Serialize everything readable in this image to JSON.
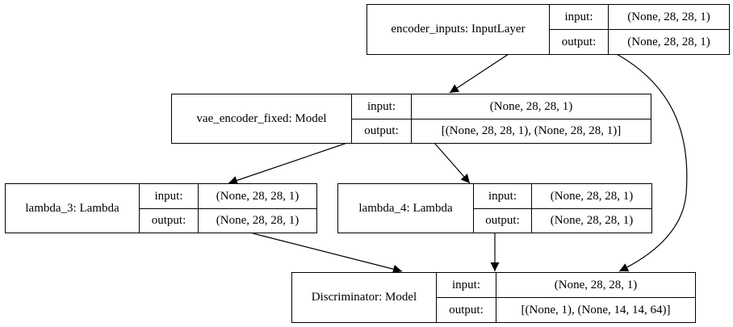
{
  "nodes": {
    "encoder_inputs": {
      "name": "encoder_inputs: InputLayer",
      "input_label": "input:",
      "input_value": "(None, 28, 28, 1)",
      "output_label": "output:",
      "output_value": "(None, 28, 28, 1)"
    },
    "vae_encoder_fixed": {
      "name": "vae_encoder_fixed: Model",
      "input_label": "input:",
      "input_value": "(None, 28, 28, 1)",
      "output_label": "output:",
      "output_value": "[(None, 28, 28, 1), (None, 28, 28, 1)]"
    },
    "lambda_3": {
      "name": "lambda_3: Lambda",
      "input_label": "input:",
      "input_value": "(None, 28, 28, 1)",
      "output_label": "output:",
      "output_value": "(None, 28, 28, 1)"
    },
    "lambda_4": {
      "name": "lambda_4: Lambda",
      "input_label": "input:",
      "input_value": "(None, 28, 28, 1)",
      "output_label": "output:",
      "output_value": "(None, 28, 28, 1)"
    },
    "discriminator": {
      "name": "Discriminator: Model",
      "input_label": "input:",
      "input_value": "(None, 28, 28, 1)",
      "output_label": "output:",
      "output_value": "[(None, 1), (None, 14, 14, 64)]"
    }
  },
  "edges": [
    {
      "from": "encoder_inputs",
      "to": "vae_encoder_fixed"
    },
    {
      "from": "encoder_inputs",
      "to": "discriminator"
    },
    {
      "from": "vae_encoder_fixed",
      "to": "lambda_3"
    },
    {
      "from": "vae_encoder_fixed",
      "to": "lambda_4"
    },
    {
      "from": "lambda_3",
      "to": "discriminator"
    },
    {
      "from": "lambda_4",
      "to": "discriminator"
    }
  ]
}
